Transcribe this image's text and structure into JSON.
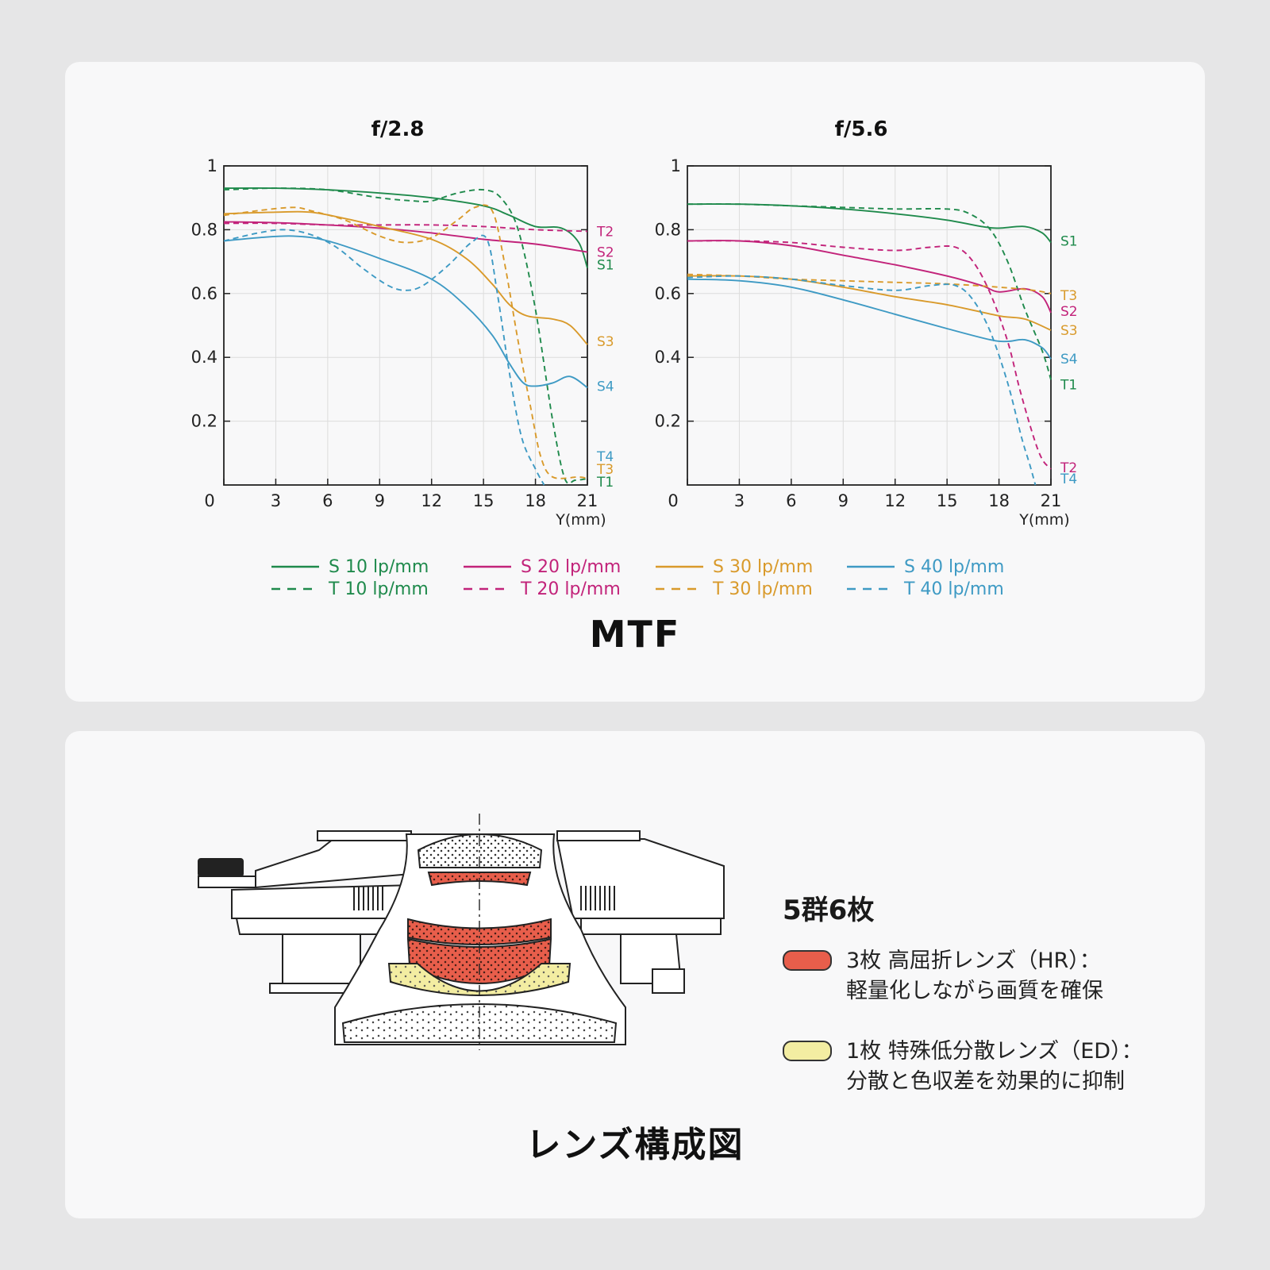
{
  "mtf_section": {
    "title": "MTF",
    "x_axis_unit": "Y(mm)",
    "colors": {
      "10": "#1f8a4c",
      "20": "#c2237a",
      "30": "#d99a2b",
      "40": "#3e9ac4"
    },
    "legend": [
      {
        "solid": "S 10 lp/mm",
        "dashed": "T 10 lp/mm",
        "color": "#1f8a4c"
      },
      {
        "solid": "S 20 lp/mm",
        "dashed": "T 20 lp/mm",
        "color": "#c2237a"
      },
      {
        "solid": "S 30 lp/mm",
        "dashed": "T 30 lp/mm",
        "color": "#d99a2b"
      },
      {
        "solid": "S 40 lp/mm",
        "dashed": "T 40 lp/mm",
        "color": "#3e9ac4"
      }
    ]
  },
  "chart_data": [
    {
      "type": "line",
      "title": "f/2.8",
      "xlabel": "Y(mm)",
      "ylabel": "",
      "xlim": [
        0,
        21
      ],
      "ylim": [
        0,
        1
      ],
      "x_ticks": [
        0,
        3,
        6,
        9,
        12,
        15,
        18,
        21
      ],
      "y_ticks": [
        0.2,
        0.4,
        0.6,
        0.8,
        1
      ],
      "grid": true,
      "series": [
        {
          "name": "S1",
          "freq": "10",
          "style": "solid",
          "label_y": 0.69,
          "points": [
            [
              0,
              0.93
            ],
            [
              3,
              0.93
            ],
            [
              6,
              0.925
            ],
            [
              9,
              0.915
            ],
            [
              12,
              0.9
            ],
            [
              15,
              0.875
            ],
            [
              16.5,
              0.845
            ],
            [
              18,
              0.81
            ],
            [
              19.5,
              0.805
            ],
            [
              20.5,
              0.76
            ],
            [
              21,
              0.68
            ]
          ]
        },
        {
          "name": "T1",
          "freq": "10",
          "style": "dashed",
          "label_y": 0.01,
          "points": [
            [
              0,
              0.925
            ],
            [
              3,
              0.93
            ],
            [
              6,
              0.925
            ],
            [
              9,
              0.9
            ],
            [
              11,
              0.89
            ],
            [
              12,
              0.89
            ],
            [
              13.5,
              0.915
            ],
            [
              15,
              0.925
            ],
            [
              16,
              0.9
            ],
            [
              17,
              0.8
            ],
            [
              18,
              0.55
            ],
            [
              19,
              0.2
            ],
            [
              19.7,
              0.02
            ],
            [
              20.3,
              0.015
            ],
            [
              21,
              0.02
            ]
          ]
        },
        {
          "name": "S2",
          "freq": "20",
          "style": "solid",
          "label_y": 0.73,
          "points": [
            [
              0,
              0.825
            ],
            [
              3,
              0.822
            ],
            [
              6,
              0.815
            ],
            [
              9,
              0.805
            ],
            [
              12,
              0.79
            ],
            [
              15,
              0.77
            ],
            [
              18,
              0.755
            ],
            [
              21,
              0.73
            ]
          ]
        },
        {
          "name": "T2",
          "freq": "20",
          "style": "dashed",
          "label_y": 0.795,
          "points": [
            [
              0,
              0.82
            ],
            [
              3,
              0.82
            ],
            [
              6,
              0.815
            ],
            [
              9,
              0.815
            ],
            [
              12,
              0.815
            ],
            [
              15,
              0.81
            ],
            [
              18,
              0.8
            ],
            [
              21,
              0.795
            ]
          ]
        },
        {
          "name": "S3",
          "freq": "30",
          "style": "solid",
          "label_y": 0.45,
          "points": [
            [
              0,
              0.85
            ],
            [
              3,
              0.855
            ],
            [
              5,
              0.855
            ],
            [
              7,
              0.835
            ],
            [
              9,
              0.81
            ],
            [
              12,
              0.77
            ],
            [
              14,
              0.71
            ],
            [
              15.5,
              0.63
            ],
            [
              16.5,
              0.565
            ],
            [
              17.5,
              0.53
            ],
            [
              19,
              0.52
            ],
            [
              20,
              0.5
            ],
            [
              21,
              0.44
            ]
          ]
        },
        {
          "name": "T3",
          "freq": "30",
          "style": "dashed",
          "label_y": 0.05,
          "points": [
            [
              0,
              0.845
            ],
            [
              2,
              0.86
            ],
            [
              4,
              0.87
            ],
            [
              5,
              0.86
            ],
            [
              7,
              0.83
            ],
            [
              9,
              0.78
            ],
            [
              10.5,
              0.76
            ],
            [
              12,
              0.775
            ],
            [
              13.5,
              0.83
            ],
            [
              14.5,
              0.87
            ],
            [
              15.5,
              0.86
            ],
            [
              16.2,
              0.7
            ],
            [
              17,
              0.45
            ],
            [
              17.7,
              0.25
            ],
            [
              18.3,
              0.09
            ],
            [
              19,
              0.025
            ],
            [
              20.5,
              0.025
            ],
            [
              21,
              0.02
            ]
          ]
        },
        {
          "name": "S4",
          "freq": "40",
          "style": "solid",
          "label_y": 0.31,
          "points": [
            [
              0,
              0.765
            ],
            [
              2,
              0.775
            ],
            [
              4,
              0.78
            ],
            [
              6,
              0.765
            ],
            [
              9,
              0.71
            ],
            [
              12,
              0.645
            ],
            [
              14,
              0.56
            ],
            [
              15.5,
              0.47
            ],
            [
              16.5,
              0.38
            ],
            [
              17.3,
              0.32
            ],
            [
              18,
              0.31
            ],
            [
              19,
              0.32
            ],
            [
              20,
              0.34
            ],
            [
              21,
              0.305
            ]
          ]
        },
        {
          "name": "T4",
          "freq": "40",
          "style": "dashed",
          "label_y": 0.09,
          "points": [
            [
              0,
              0.765
            ],
            [
              2,
              0.79
            ],
            [
              3.5,
              0.8
            ],
            [
              5,
              0.785
            ],
            [
              6.5,
              0.745
            ],
            [
              8,
              0.68
            ],
            [
              9.5,
              0.625
            ],
            [
              10.5,
              0.61
            ],
            [
              11.5,
              0.625
            ],
            [
              13,
              0.69
            ],
            [
              14.3,
              0.76
            ],
            [
              15.2,
              0.77
            ],
            [
              15.8,
              0.6
            ],
            [
              16.5,
              0.35
            ],
            [
              17.2,
              0.15
            ],
            [
              18,
              0.05
            ],
            [
              18.5,
              0.0
            ]
          ]
        }
      ]
    },
    {
      "type": "line",
      "title": "f/5.6",
      "xlabel": "Y(mm)",
      "ylabel": "",
      "xlim": [
        0,
        21
      ],
      "ylim": [
        0,
        1
      ],
      "x_ticks": [
        0,
        3,
        6,
        9,
        12,
        15,
        18,
        21
      ],
      "y_ticks": [
        0.2,
        0.4,
        0.6,
        0.8,
        1
      ],
      "grid": true,
      "series": [
        {
          "name": "S1",
          "freq": "10",
          "style": "solid",
          "label_y": 0.765,
          "points": [
            [
              0,
              0.88
            ],
            [
              3,
              0.88
            ],
            [
              6,
              0.875
            ],
            [
              9,
              0.865
            ],
            [
              12,
              0.85
            ],
            [
              15,
              0.83
            ],
            [
              17,
              0.81
            ],
            [
              18,
              0.805
            ],
            [
              19.5,
              0.81
            ],
            [
              20.5,
              0.79
            ],
            [
              21,
              0.76
            ]
          ]
        },
        {
          "name": "T1",
          "freq": "10",
          "style": "dashed",
          "label_y": 0.315,
          "points": [
            [
              0,
              0.88
            ],
            [
              3,
              0.88
            ],
            [
              6,
              0.875
            ],
            [
              9,
              0.87
            ],
            [
              12,
              0.865
            ],
            [
              15,
              0.865
            ],
            [
              16.3,
              0.85
            ],
            [
              17.5,
              0.8
            ],
            [
              18.5,
              0.7
            ],
            [
              19.5,
              0.55
            ],
            [
              20.5,
              0.42
            ],
            [
              21,
              0.33
            ]
          ]
        },
        {
          "name": "S2",
          "freq": "20",
          "style": "solid",
          "label_y": 0.545,
          "points": [
            [
              0,
              0.765
            ],
            [
              3,
              0.765
            ],
            [
              6,
              0.75
            ],
            [
              9,
              0.72
            ],
            [
              12,
              0.69
            ],
            [
              15,
              0.655
            ],
            [
              17,
              0.625
            ],
            [
              18,
              0.605
            ],
            [
              19.5,
              0.615
            ],
            [
              20.5,
              0.59
            ],
            [
              21,
              0.54
            ]
          ]
        },
        {
          "name": "T2",
          "freq": "20",
          "style": "dashed",
          "label_y": 0.055,
          "points": [
            [
              0,
              0.765
            ],
            [
              3,
              0.765
            ],
            [
              6,
              0.76
            ],
            [
              9,
              0.745
            ],
            [
              12,
              0.735
            ],
            [
              14,
              0.745
            ],
            [
              15.5,
              0.745
            ],
            [
              16.5,
              0.7
            ],
            [
              17.5,
              0.6
            ],
            [
              18.5,
              0.45
            ],
            [
              19.2,
              0.3
            ],
            [
              20,
              0.15
            ],
            [
              20.5,
              0.08
            ],
            [
              21,
              0.05
            ]
          ]
        },
        {
          "name": "S3",
          "freq": "30",
          "style": "solid",
          "label_y": 0.485,
          "points": [
            [
              0,
              0.655
            ],
            [
              3,
              0.655
            ],
            [
              6,
              0.645
            ],
            [
              9,
              0.62
            ],
            [
              12,
              0.59
            ],
            [
              15,
              0.565
            ],
            [
              18,
              0.53
            ],
            [
              19.5,
              0.52
            ],
            [
              21,
              0.485
            ]
          ]
        },
        {
          "name": "T3",
          "freq": "30",
          "style": "dashed",
          "label_y": 0.595,
          "points": [
            [
              0,
              0.66
            ],
            [
              3,
              0.655
            ],
            [
              6,
              0.645
            ],
            [
              9,
              0.64
            ],
            [
              12,
              0.635
            ],
            [
              15,
              0.63
            ],
            [
              18,
              0.62
            ],
            [
              20,
              0.61
            ],
            [
              21,
              0.6
            ]
          ]
        },
        {
          "name": "S4",
          "freq": "40",
          "style": "solid",
          "label_y": 0.395,
          "points": [
            [
              0,
              0.645
            ],
            [
              3,
              0.64
            ],
            [
              6,
              0.62
            ],
            [
              9,
              0.58
            ],
            [
              12,
              0.535
            ],
            [
              15,
              0.49
            ],
            [
              17.5,
              0.455
            ],
            [
              18.5,
              0.45
            ],
            [
              19.5,
              0.455
            ],
            [
              20.5,
              0.43
            ],
            [
              21,
              0.395
            ]
          ]
        },
        {
          "name": "T4",
          "freq": "40",
          "style": "dashed",
          "label_y": 0.02,
          "points": [
            [
              0,
              0.65
            ],
            [
              3,
              0.655
            ],
            [
              6,
              0.645
            ],
            [
              9,
              0.625
            ],
            [
              12,
              0.61
            ],
            [
              14,
              0.625
            ],
            [
              15.5,
              0.625
            ],
            [
              16.5,
              0.58
            ],
            [
              17.5,
              0.48
            ],
            [
              18.5,
              0.32
            ],
            [
              19.3,
              0.15
            ],
            [
              19.8,
              0.06
            ],
            [
              20.1,
              0.0
            ]
          ]
        }
      ]
    }
  ],
  "lens_section": {
    "title": "レンズ構成図",
    "heading": "5群6枚",
    "items": [
      {
        "line1": "3枚 高屈折レンズ（HR）：",
        "line2": "軽量化しながら画質を確保",
        "color": "#e85e4b"
      },
      {
        "line1": "1枚 特殊低分散レンズ（ED）：",
        "line2": "分散と色収差を効果的に抑制",
        "color": "#f3eda2"
      }
    ]
  }
}
